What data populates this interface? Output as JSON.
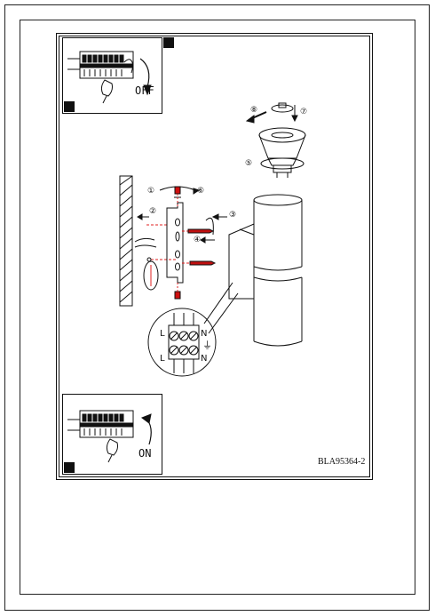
{
  "top_panel": {
    "label": "OFF"
  },
  "bottom_panel": {
    "label": "ON"
  },
  "steps": [
    "①",
    "②",
    "③",
    "④",
    "⑤",
    "⑥",
    "⑦",
    "⑧"
  ],
  "terminal": {
    "left_top": "L",
    "right_top": "N",
    "left_bottom": "L",
    "right_bottom": "N",
    "ground": "⏚"
  },
  "document_code": "BLA95364-2",
  "colors": {
    "ink": "#111111",
    "screw_red": "#d01010",
    "wire_red": "#e02020"
  }
}
